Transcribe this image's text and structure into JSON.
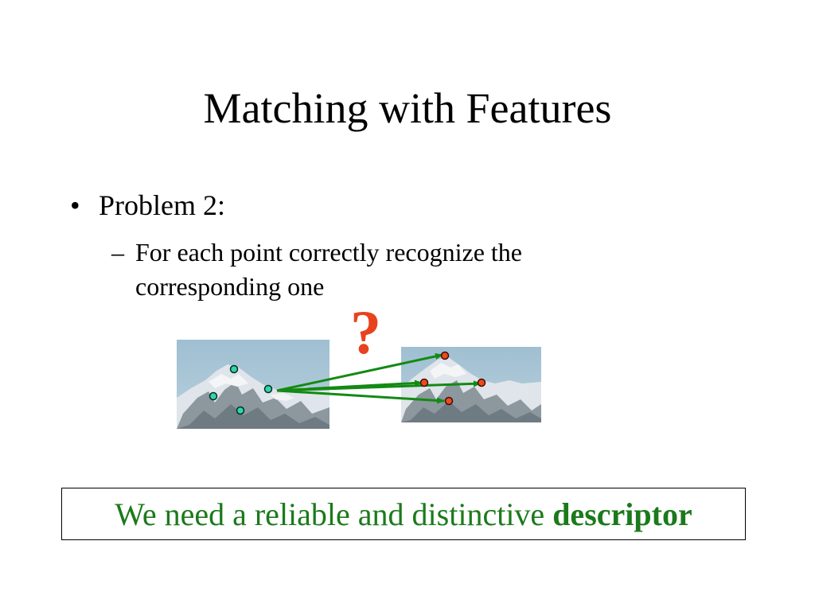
{
  "slide": {
    "title": "Matching with Features",
    "bullet_marker": "•",
    "bullet_text": "Problem 2:",
    "sub_marker": "–",
    "sub_text": "For each point correctly recognize the corresponding one",
    "question_mark": "?"
  },
  "callout": {
    "text_plain": "We need a reliable and distinctive",
    "text_bold": "descriptor"
  },
  "colors": {
    "title_text": "#000000",
    "question_mark": "#e8421e",
    "callout_text": "#1b7a1b",
    "left_points": "#2fd6a8",
    "right_points": "#ee4a1c",
    "match_arrows": "#138a13",
    "sky": "#a9c6d6",
    "snow": "#e8ecef",
    "rock": "#7d8a92"
  },
  "icons": {
    "left_image": "mountain-photo-icon",
    "right_image": "mountain-photo-icon",
    "arrow": "arrow-right-icon"
  }
}
